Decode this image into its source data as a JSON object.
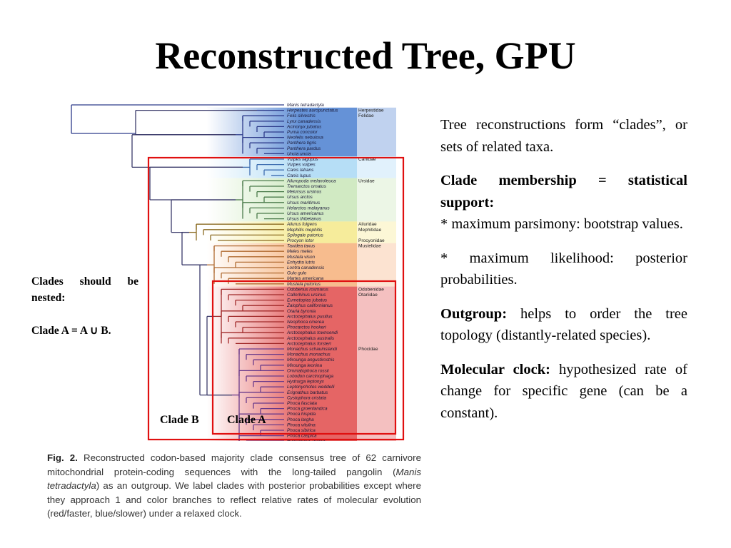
{
  "title": "Reconstructed Tree, GPU",
  "right": {
    "p1": "Tree reconstructions form “clades”, or sets of related taxa.",
    "clade_heading": "Clade membership = statistical support:",
    "bootstrap": "* maximum parsimony: bootstrap values.",
    "likelihood": "* maximum likelihood: posterior probabilities.",
    "outgroup_label": "Outgroup:",
    "outgroup_text": " helps to order the tree topology (distantly-related species).",
    "clock_label": "Molecular clock:",
    "clock_text": " hypothesized rate of change for specific gene (can be a constant)."
  },
  "left": {
    "nested": "Clades should be nested:",
    "formula": "Clade A = A ∪ B."
  },
  "clades": {
    "b": "Clade B",
    "a": "Clade A"
  },
  "caption": {
    "fig": "Fig. 2.",
    "text1": " Reconstructed codon-based majority clade consensus tree of 62 carnivore mitochondrial protein-coding sequences with the long-tailed pangolin (",
    "species": "Manis tetradactyla",
    "text2": ") as an outgroup. We label clades with posterior probabilities except where they approach 1 and color branches to reflect relative rates of molecular evolution (red/faster, blue/slower) under a relaxed clock."
  },
  "tree": {
    "taxa": [
      "Manis tetradactyla",
      "Herpestes auropunctatus",
      "Felis silvestris",
      "Lynx canadensis",
      "Acinonyx jubatus",
      "Puma concolor",
      "Neofelis nebulosa",
      "Panthera tigris",
      "Panthera pardus",
      "Uncia uncia",
      "Vulpes lagopus",
      "Vulpes vulpes",
      "Canis latrans",
      "Canis lupus",
      "Ailuropoda melanoleuca",
      "Tremarctos ornatus",
      "Melursus ursinus",
      "Ursus arctos",
      "Ursus maritimus",
      "Helarctos malayanus",
      "Ursus americanus",
      "Ursus thibetanus",
      "Ailurus fulgens",
      "Mephitis mephitis",
      "Spilogale putorius",
      "Procyon lotor",
      "Taxidea taxus",
      "Meles meles",
      "Mustela vison",
      "Enhydra lutris",
      "Lontra canadensis",
      "Gulo gulo",
      "Martes americana",
      "Mustela putorius",
      "Odobenus rosmarus",
      "Callorhinus ursinus",
      "Eumetopias jubatus",
      "Zalophus californianus",
      "Otaria byronia",
      "Arctocephalus pusillus",
      "Neophoca cinerea",
      "Phocarctos hookeri",
      "Arctocephalus townsendi",
      "Arctocephalus australis",
      "Arctocephalus forsteri",
      "Monachus schauinslandi",
      "Monachus monachus",
      "Mirounga angustirostris",
      "Mirounga leonina",
      "Ommatophoca rossii",
      "Lobodon carcinophaga",
      "Hydrurga leptonyx",
      "Leptonychotes weddelli",
      "Erignathus barbatus",
      "Cystophora cristata",
      "Phoca fasciata",
      "Phoca groenlandica",
      "Phoca hispida",
      "Phoca largha",
      "Phoca vitulina",
      "Phoca sibirica",
      "Phoca caspica",
      "Halichoerus grypus"
    ],
    "families": [
      {
        "name": "Herpestidae",
        "row": 1
      },
      {
        "name": "Felidae",
        "row": 2
      },
      {
        "name": "Canidae",
        "row": 10
      },
      {
        "name": "Ursidae",
        "row": 14
      },
      {
        "name": "Ailuridae",
        "row": 22
      },
      {
        "name": "Mephitidae",
        "row": 23
      },
      {
        "name": "Procyonidae",
        "row": 25
      },
      {
        "name": "Mustelidae",
        "row": 26
      },
      {
        "name": "Odobenidae",
        "row": 34
      },
      {
        "name": "Otariidae",
        "row": 35
      },
      {
        "name": "Phocidae",
        "row": 45
      }
    ],
    "colors": {
      "blue": "#4a7fd0",
      "lightblue": "#a9d8f5",
      "green": "#c9e6b8",
      "yellow": "#f5e98a",
      "orange": "#f6b07a",
      "red": "#e04a4a",
      "frame": "#e01010",
      "branch_blue": "#2c3a8a",
      "branch_red": "#a02828"
    }
  }
}
